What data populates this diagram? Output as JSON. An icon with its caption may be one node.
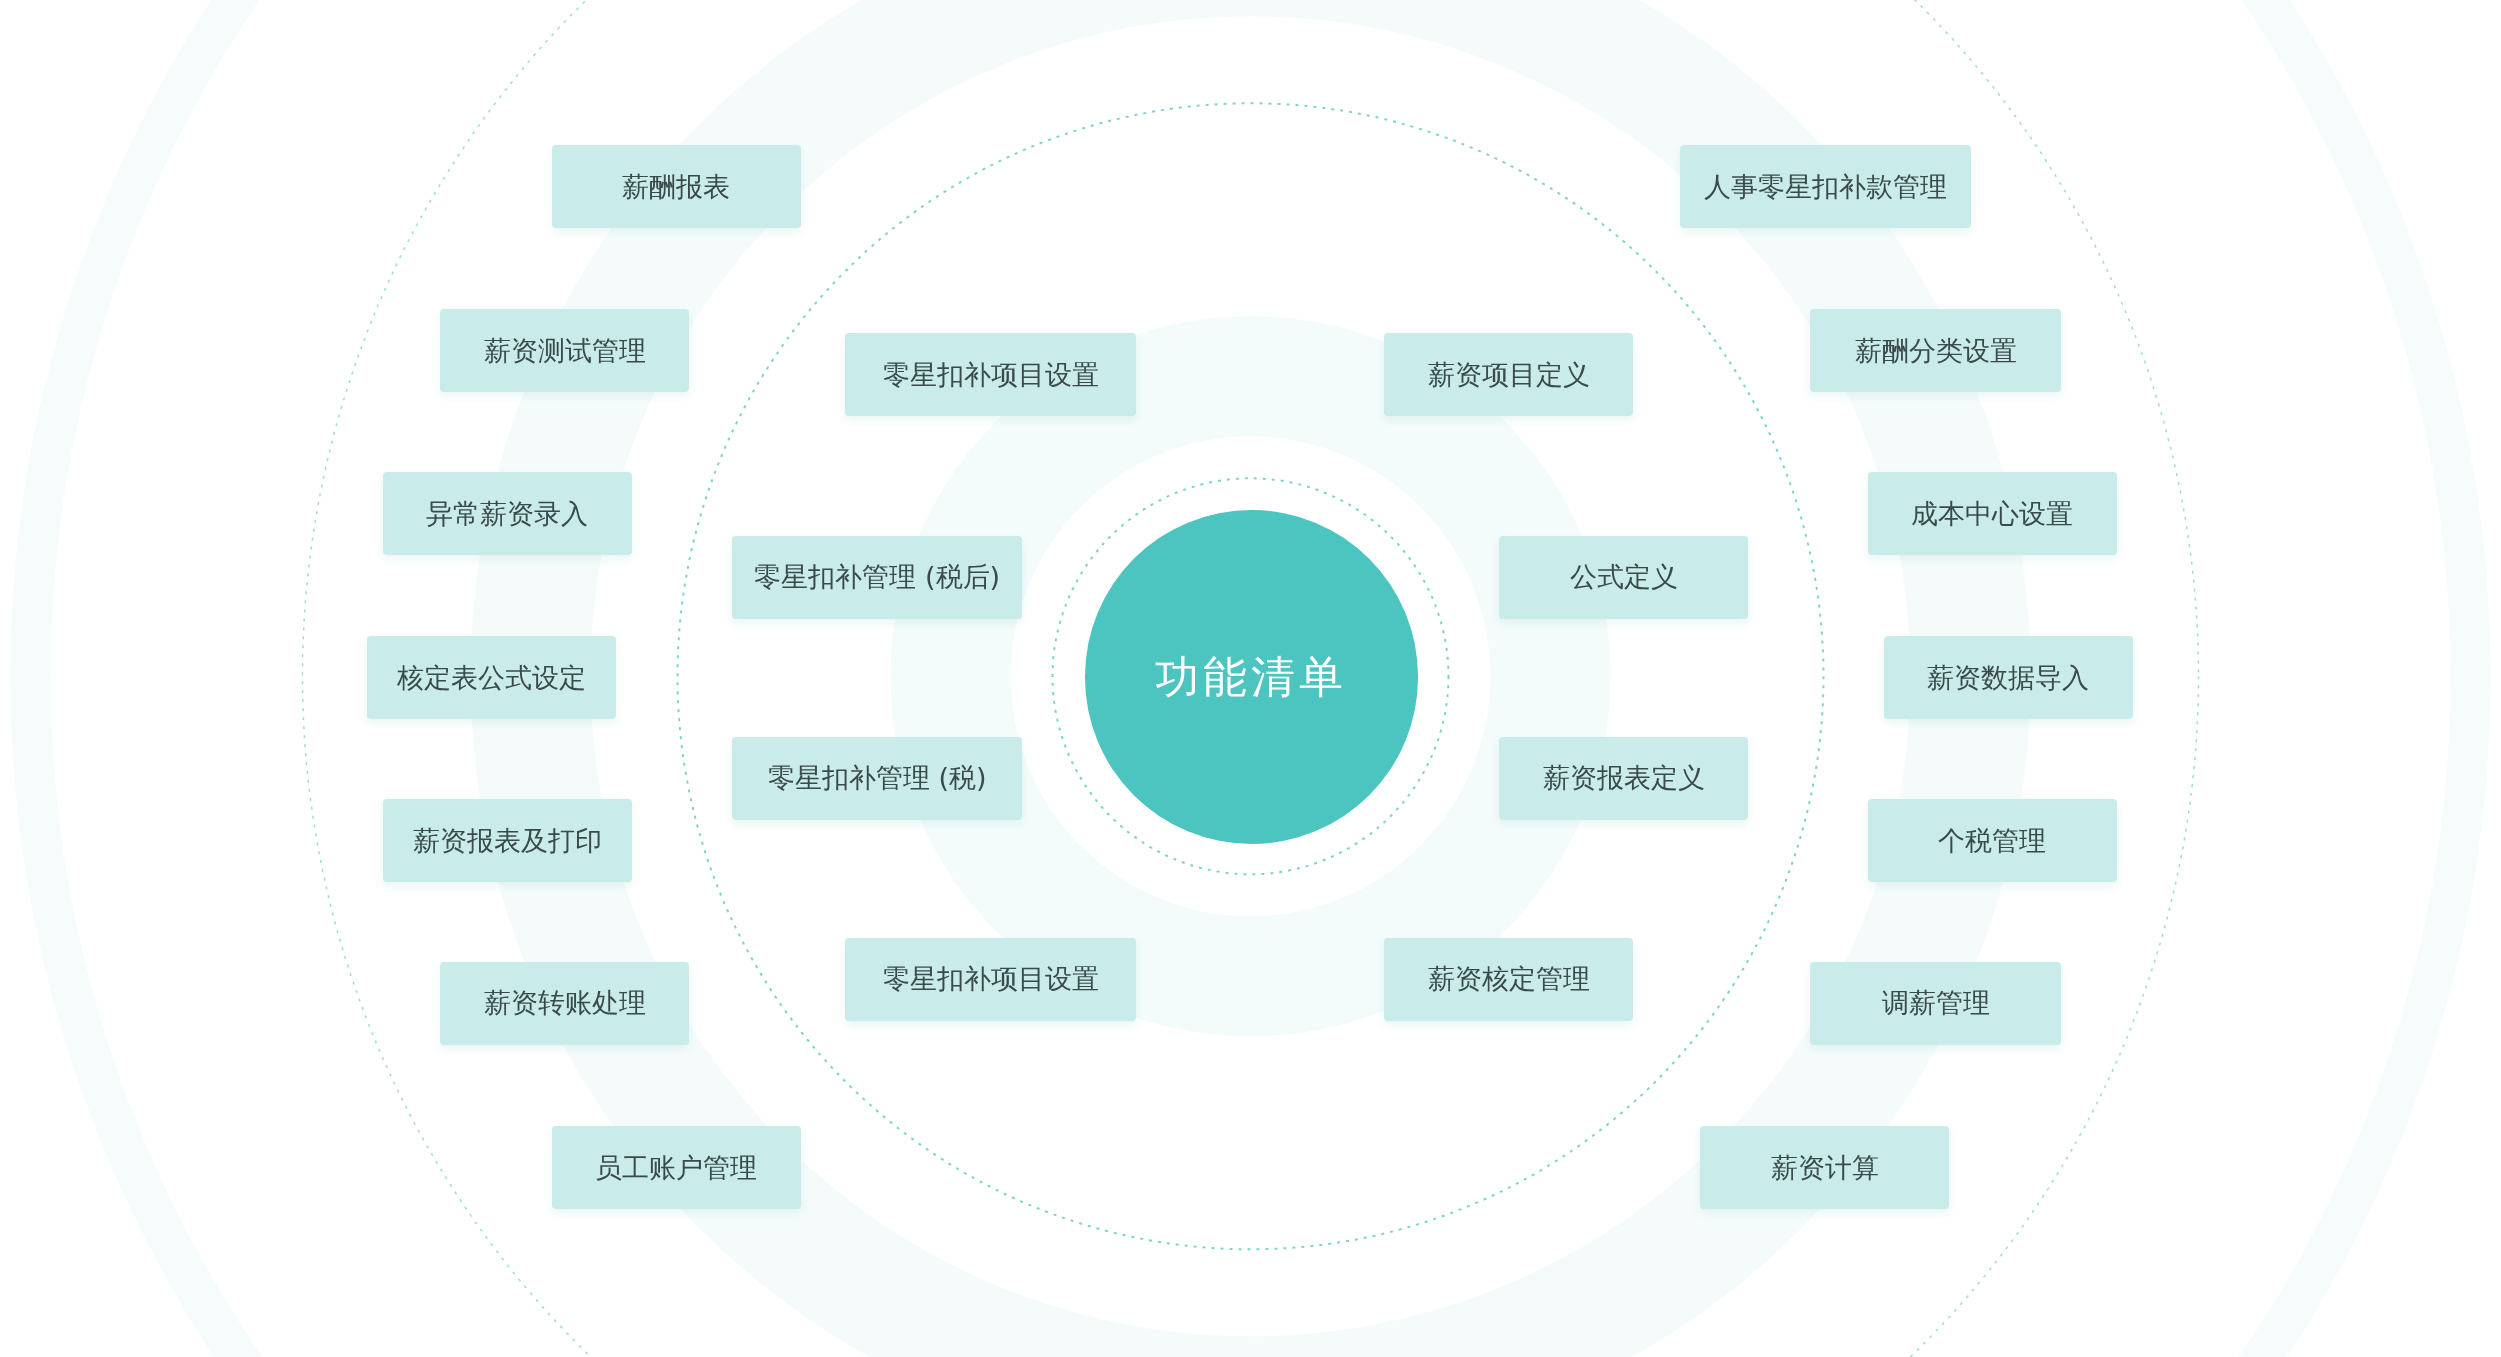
{
  "diagram": {
    "nodes": [
      {
        "text": [
          "功能清单"
        ]
      },
      {
        "text": [
          "薪酬报表"
        ]
      },
      {
        "text": [
          "人事零星扣补款管理"
        ]
      },
      {
        "text": [
          "薪资测试管理"
        ]
      },
      {
        "text": [
          "零星扣补项目设置"
        ]
      },
      {
        "text": [
          "薪资项目定义"
        ]
      },
      {
        "text": [
          "薪酬分类设置"
        ]
      },
      {
        "text": [
          "异常薪资录入"
        ]
      },
      {
        "text": [
          "成本中心设置"
        ]
      },
      {
        "text": [
          "零星扣补管理 (税后)"
        ]
      },
      {
        "text": [
          "公式定义"
        ]
      },
      {
        "text": [
          "核定表公式设定"
        ]
      },
      {
        "text": [
          "薪资数据导入"
        ]
      },
      {
        "text": [
          "零星扣补管理 (税)"
        ]
      },
      {
        "text": [
          "薪资报表定义"
        ]
      },
      {
        "text": [
          "薪资报表及打印"
        ]
      },
      {
        "text": [
          "个税管理"
        ]
      },
      {
        "text": [
          "零星扣补项目设置"
        ]
      },
      {
        "text": [
          "薪资核定管理"
        ]
      },
      {
        "text": [
          "薪资转账处理"
        ]
      },
      {
        "text": [
          "调薪管理"
        ]
      },
      {
        "text": [
          "员工账户管理"
        ]
      },
      {
        "text": [
          "薪资计算"
        ]
      }
    ]
  }
}
